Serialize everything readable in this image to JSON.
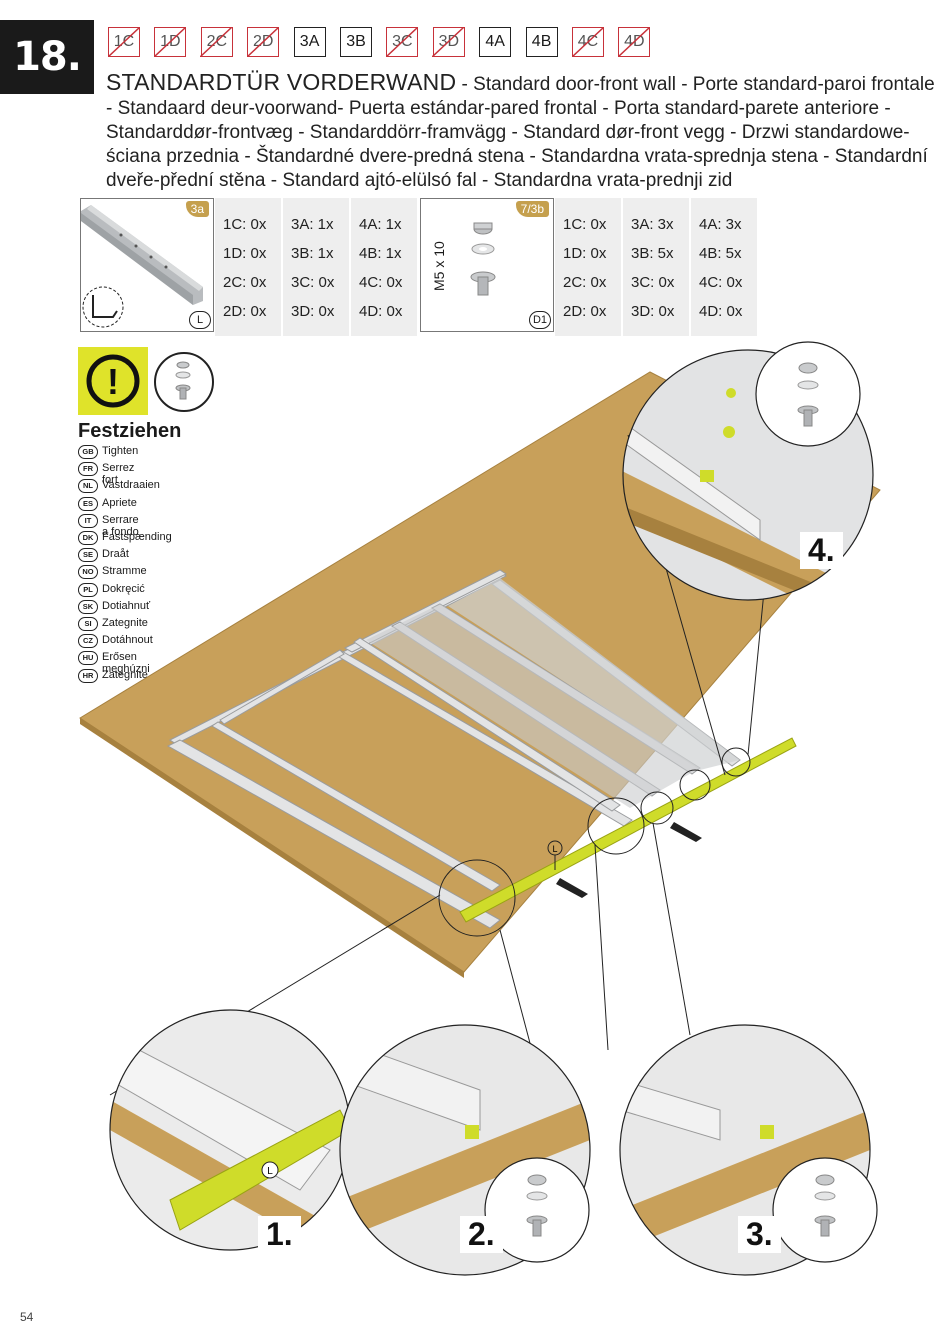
{
  "step": {
    "number": "18."
  },
  "variants": [
    {
      "label": "1C",
      "struck": true
    },
    {
      "label": "1D",
      "struck": true
    },
    {
      "label": "2C",
      "struck": true
    },
    {
      "label": "2D",
      "struck": true
    },
    {
      "label": "3A",
      "struck": false
    },
    {
      "label": "3B",
      "struck": false
    },
    {
      "label": "3C",
      "struck": true
    },
    {
      "label": "3D",
      "struck": true
    },
    {
      "label": "4A",
      "struck": false
    },
    {
      "label": "4B",
      "struck": false
    },
    {
      "label": "4C",
      "struck": true
    },
    {
      "label": "4D",
      "struck": true
    }
  ],
  "title": {
    "main": "STANDARDTÜR VORDERWAND",
    "rest": " - Standard door-front wall - Porte standard-paroi frontale - Standaard deur-voorwand- Puerta estándar-pared frontal - Porta standard-parete anteriore - Standarddør-frontvæg - Standarddörr-framvägg - Standard dør-front vegg - Drzwi standardowe-ściana przednia - Štandardné dvere-predná stena - Standardna vrata-sprednja stena - Standardní dveře-přední stěna - Standard ajtó-elülsó fal - Standardna vrata-prednji zid"
  },
  "parts": [
    {
      "badge": "3a",
      "corner": "L",
      "rows": [
        [
          "1C:  0x",
          "3A:  1x",
          "4A:  1x"
        ],
        [
          "1D:  0x",
          "3B:  1x",
          "4B:  1x"
        ],
        [
          "2C:  0x",
          "3C:  0x",
          "4C:  0x"
        ],
        [
          "2D:  0x",
          "3D:  0x",
          "4D:  0x"
        ]
      ]
    },
    {
      "badge": "7/3b",
      "corner": "D1",
      "size": "M5 x 10",
      "rows": [
        [
          "1C:  0x",
          "3A:  3x",
          "4A:  3x"
        ],
        [
          "1D:  0x",
          "3B:  5x",
          "4B:  5x"
        ],
        [
          "2C:  0x",
          "3C:  0x",
          "4C:  0x"
        ],
        [
          "2D:  0x",
          "3D:  0x",
          "4D:  0x"
        ]
      ]
    }
  ],
  "warning": {
    "symbol": "!",
    "title": "Festziehen",
    "translations": [
      {
        "code": "GB",
        "text": "Tighten"
      },
      {
        "code": "FR",
        "text": "Serrez fort"
      },
      {
        "code": "NL",
        "text": "Vastdraaien"
      },
      {
        "code": "ES",
        "text": "Apriete"
      },
      {
        "code": "IT",
        "text": "Serrare a fondo"
      },
      {
        "code": "DK",
        "text": "Fastspænding"
      },
      {
        "code": "SE",
        "text": "Draåt"
      },
      {
        "code": "NO",
        "text": "Stramme"
      },
      {
        "code": "PL",
        "text": "Dokręcić"
      },
      {
        "code": "SK",
        "text": "Dotiahnuť"
      },
      {
        "code": "SI",
        "text": "Zategnite"
      },
      {
        "code": "CZ",
        "text": "Dotáhnout"
      },
      {
        "code": "HU",
        "text": "Erősen meghúzni"
      },
      {
        "code": "HR",
        "text": "Zategnite"
      }
    ]
  },
  "details": {
    "d1": "1.",
    "d2": "2.",
    "d3": "3.",
    "d4": "4.",
    "profile_label": "L",
    "detail_profile_label": "L"
  },
  "colors": {
    "floor": "#c8a05a",
    "floor_edge": "#a7813f",
    "profile": "#cfdc2a",
    "warning": "#dfe32a",
    "strike": "#c7323a",
    "badge": "#c5a04e"
  },
  "page": {
    "number": "54"
  }
}
